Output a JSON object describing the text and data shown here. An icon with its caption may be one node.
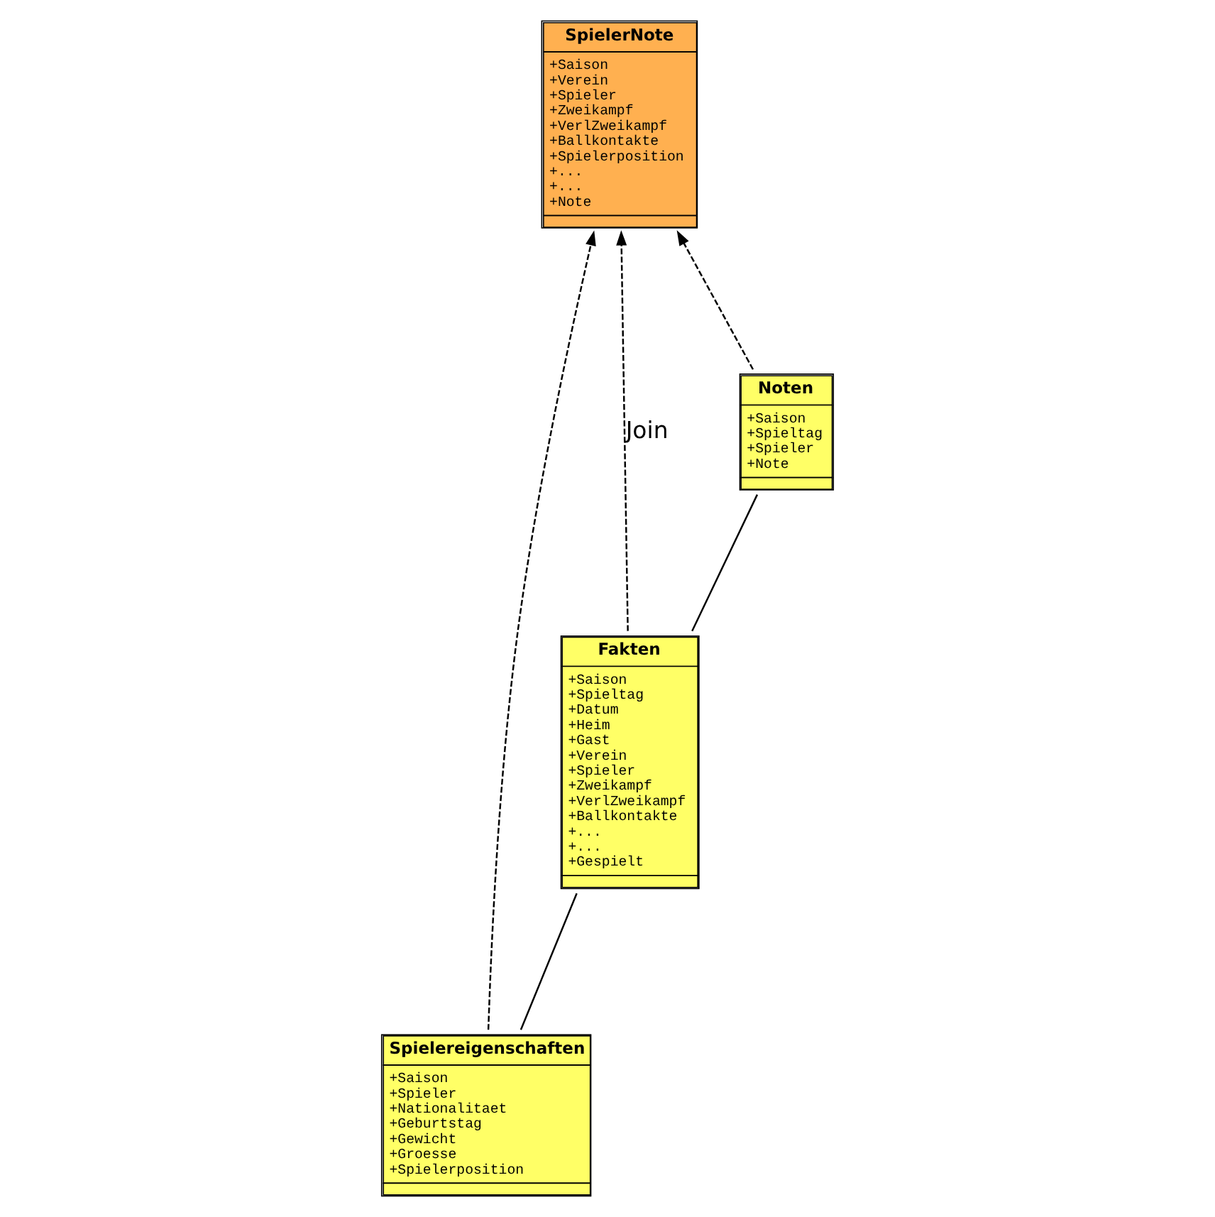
{
  "diagram": {
    "nodes": [
      {
        "text": [
          "SpielerNote",
          "+Saison",
          "+Verein",
          "+Spieler",
          "+Zweikampf",
          "+VerlZweikampf",
          "+Ballkontakte",
          "+Spielerposition",
          "+...",
          "+...",
          "+Note"
        ]
      },
      {
        "text": [
          "Spielereigenschaften",
          "+Saison",
          "+Spieler",
          "+Nationalitaet",
          "+Geburtstag",
          "+Gewicht",
          "+Groesse",
          "+Spielerposition"
        ]
      },
      {
        "text": [
          "Fakten",
          "+Saison",
          "+Spieltag",
          "+Datum",
          "+Heim",
          "+Gast",
          "+Verein",
          "+Spieler",
          "+Zweikampf",
          "+VerlZweikampf",
          "+Ballkontakte",
          "+...",
          "+...",
          "+Gespielt"
        ]
      },
      {
        "text": [
          "Noten",
          "+Saison",
          "+Spieltag",
          "+Spieler",
          "+Note"
        ]
      }
    ],
    "edges": [
      {
        "from": 1,
        "to": 0,
        "arrow": "to",
        "style": "dashed"
      },
      {
        "from": 2,
        "to": 0,
        "arrow": "to",
        "style": "dashed",
        "label": "Join"
      },
      {
        "from": 3,
        "to": 0,
        "arrow": "to",
        "style": "dashed"
      },
      {
        "from": 1,
        "to": 2,
        "arrow": "none"
      },
      {
        "from": 2,
        "to": 3,
        "arrow": "none"
      }
    ]
  }
}
